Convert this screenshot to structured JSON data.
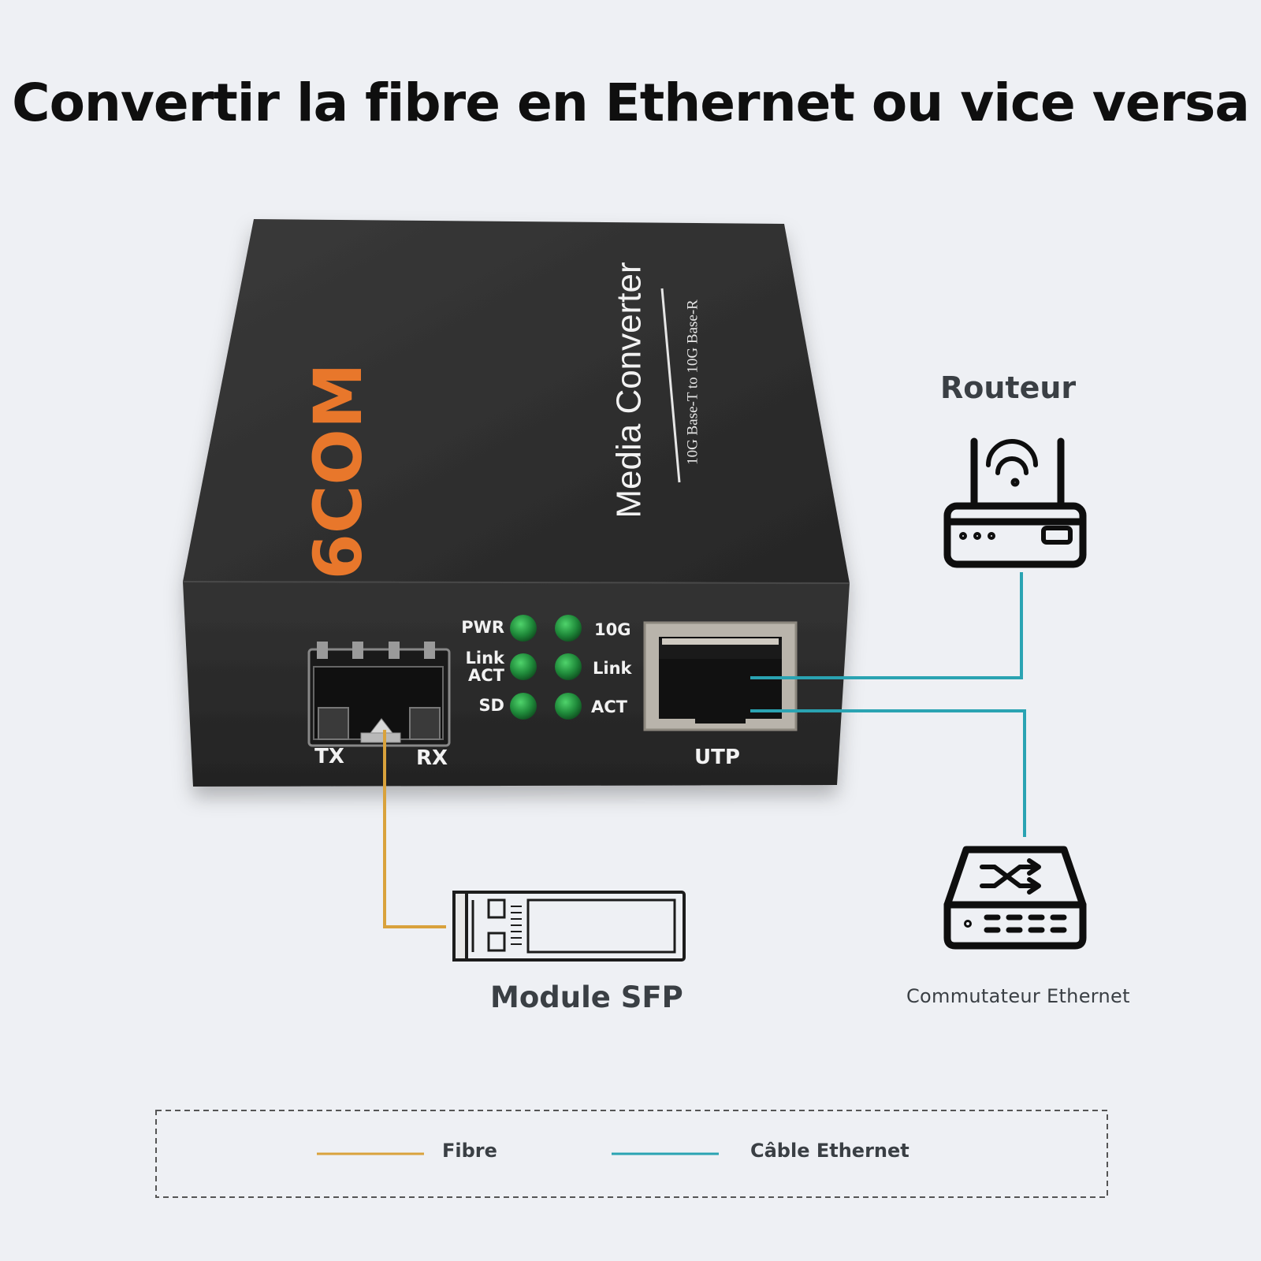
{
  "title": "Convertir la fibre en Ethernet ou vice versa",
  "device": {
    "brand": "6COM",
    "product": "Media Converter",
    "subtitle": "10G Base-T to 10G Base-R",
    "led_labels_left": [
      "PWR",
      "Link",
      "ACT",
      "SD"
    ],
    "led_labels_right": [
      "10G",
      "Link",
      "ACT"
    ],
    "port_labels": {
      "tx": "TX",
      "rx": "RX",
      "utp": "UTP"
    }
  },
  "nodes": {
    "router": "Routeur",
    "sfp": "Module SFP",
    "switch": "Commutateur Ethernet"
  },
  "legend": {
    "fibre": "Fibre",
    "ethernet": "Câble Ethernet"
  },
  "colors": {
    "fibre": "#d9a23c",
    "ethernet": "#2aa3b2",
    "brand": "#e8772b",
    "led": "#1f8a3a",
    "device_body": "#2b2b2b"
  },
  "icons": [
    "router-icon",
    "sfp-module-icon",
    "switch-icon",
    "wifi-icon"
  ]
}
